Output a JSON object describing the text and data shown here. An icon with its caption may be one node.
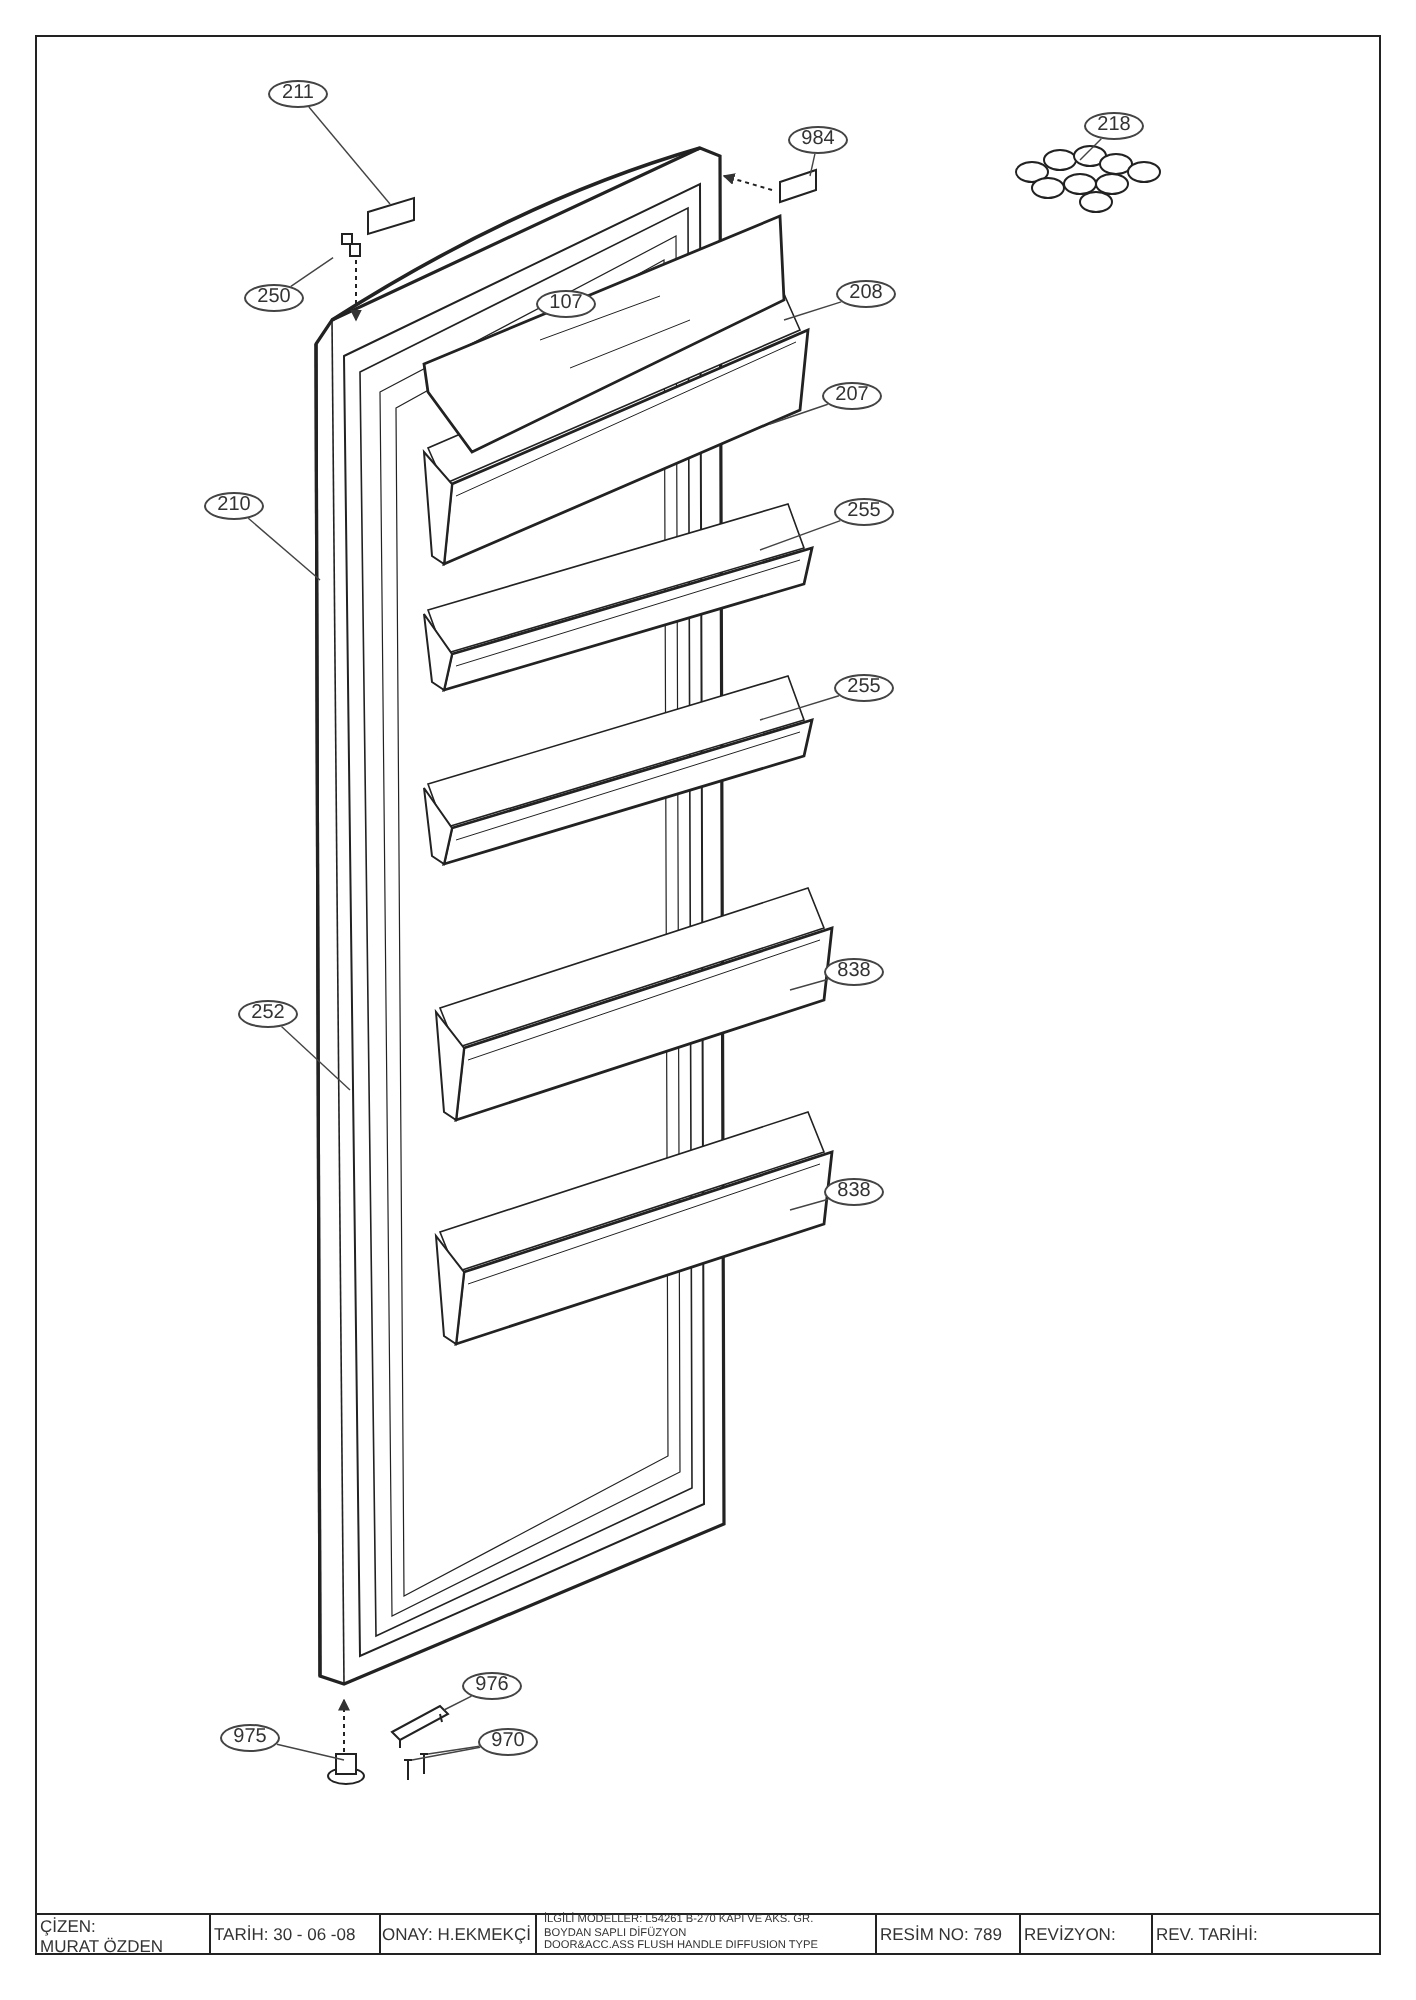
{
  "diagram": {
    "nodes": [
      {
        "text": [
          "211"
        ]
      },
      {
        "text": [
          "218"
        ]
      },
      {
        "text": [
          "984"
        ]
      },
      {
        "text": [
          "208"
        ]
      },
      {
        "text": [
          "250"
        ]
      },
      {
        "text": [
          "207"
        ]
      },
      {
        "text": [
          "210"
        ]
      },
      {
        "text": [
          "255"
        ]
      },
      {
        "text": [
          "255"
        ]
      },
      {
        "text": [
          "838"
        ]
      },
      {
        "text": [
          "252"
        ]
      },
      {
        "text": [
          "838"
        ]
      },
      {
        "text": [
          "976"
        ]
      },
      {
        "text": [
          "975"
        ]
      },
      {
        "text": [
          "970"
        ]
      },
      {
        "text": [
          "107"
        ]
      },
      {
        "text": [],
        "shape": "picture"
      },
      {
        "text": [],
        "shape": "box"
      },
      {
        "text": [],
        "shape": "picture"
      },
      {
        "text": [],
        "shape": "picture"
      }
    ],
    "edges": [
      {
        "from": 0,
        "to": 17,
        "arrow": "none"
      },
      {
        "from": 1,
        "to": null,
        "arrow": "none"
      },
      {
        "from": 2,
        "to": null,
        "arrow": "none"
      },
      {
        "from": 3,
        "to": null,
        "arrow": "none"
      },
      {
        "from": 4,
        "to": 16,
        "arrow": "none"
      },
      {
        "from": 5,
        "to": null,
        "arrow": "none"
      },
      {
        "from": 6,
        "to": null,
        "arrow": "none"
      },
      {
        "from": 7,
        "to": null,
        "arrow": "none"
      },
      {
        "from": 8,
        "to": null,
        "arrow": "none"
      },
      {
        "from": 9,
        "to": null,
        "arrow": "none"
      },
      {
        "from": 10,
        "to": null,
        "arrow": "none"
      },
      {
        "from": 11,
        "to": null,
        "arrow": "none"
      },
      {
        "from": 12,
        "to": null,
        "arrow": "none"
      },
      {
        "from": 13,
        "to": null,
        "arrow": "none"
      },
      {
        "from": 14,
        "to": 18,
        "arrow": "none"
      },
      {
        "from": 14,
        "to": 19,
        "arrow": "none"
      }
    ],
    "labels": [
      "ÇİZEN:",
      "MURAT ÖZDEN",
      "TARİH: 30 - 06 -08",
      "ONAY: H.EKMEKÇİ",
      "İLGİLİ MODELLER: L54261 B-270 KAPI VE AKS. GR.",
      "BOYDAN SAPLI DİFÜZYON",
      "DOOR&ACC.ASS FLUSH HANDLE DIFFUSION TYPE",
      "RESİM NO: 789",
      "REVİZYON:",
      "REV. TARİHİ:"
    ]
  }
}
